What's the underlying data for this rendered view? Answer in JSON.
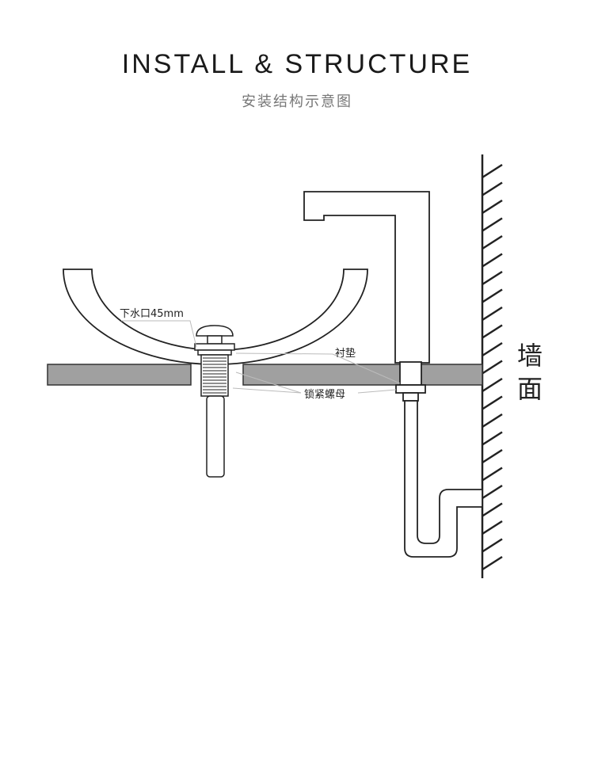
{
  "header": {
    "title": "INSTALL & STRUCTURE",
    "subtitle": "安装结构示意图"
  },
  "labels": {
    "drain": "下水口45mm",
    "gasket": "衬垫",
    "lock_nut": "锁紧螺母",
    "wall": "墙面"
  },
  "colors": {
    "counter": "#9e9e9e",
    "line": "#222222",
    "leader": "#bbbbbb"
  }
}
